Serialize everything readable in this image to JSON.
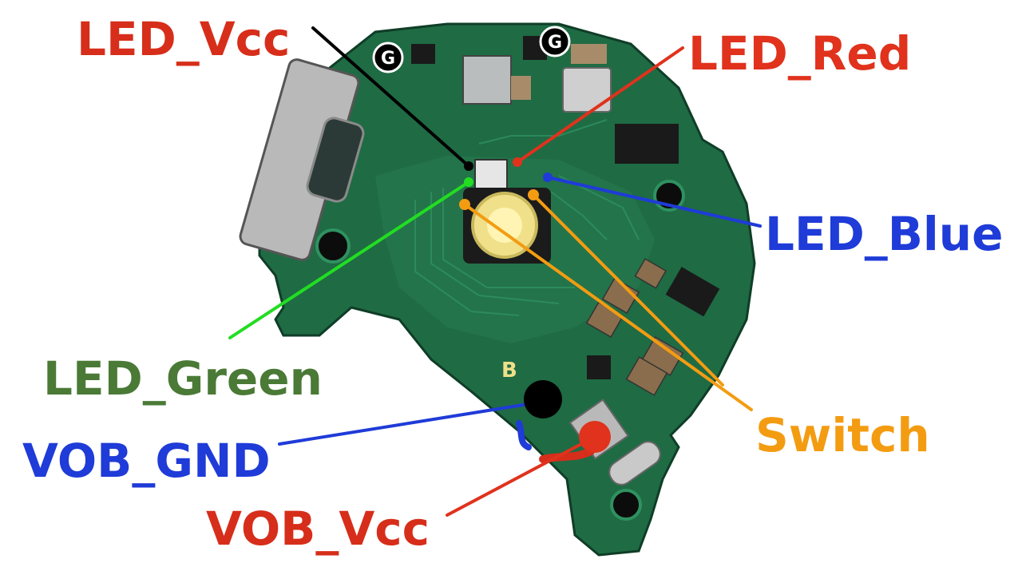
{
  "labels": {
    "led_vcc": "LED_Vcc",
    "led_red": "LED_Red",
    "led_blue": "LED_Blue",
    "led_green": "LED_Green",
    "switch": "Switch",
    "vob_gnd": "VOB_GND",
    "vob_vcc": "VOB_Vcc"
  },
  "board_marks": {
    "ground_marker": "G",
    "silkscreen_b": "B"
  },
  "colors": {
    "led_vcc_label": "#d62e1a",
    "led_vcc_line": "#000000",
    "led_red": "#e0321c",
    "led_blue": "#1f3bd8",
    "led_green_label": "#4a7a36",
    "led_green_line": "#22dd22",
    "switch": "#f39c12",
    "vob_gnd": "#1f3bd8",
    "vob_vcc": "#e0321c",
    "pcb": "#1f6b44"
  }
}
